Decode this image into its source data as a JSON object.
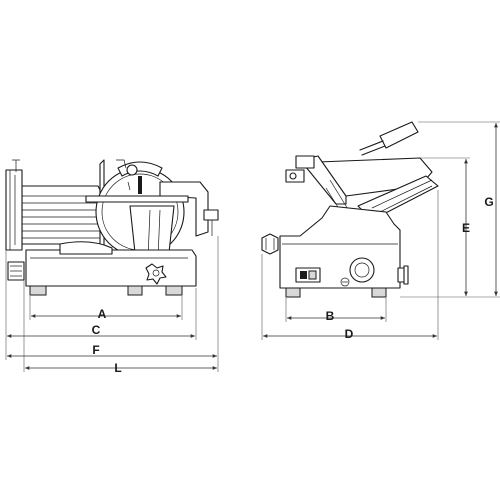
{
  "dimension_labels": {
    "A": "A",
    "B": "B",
    "C": "C",
    "D": "D",
    "E": "E",
    "F": "F",
    "G": "G",
    "L": "L"
  }
}
